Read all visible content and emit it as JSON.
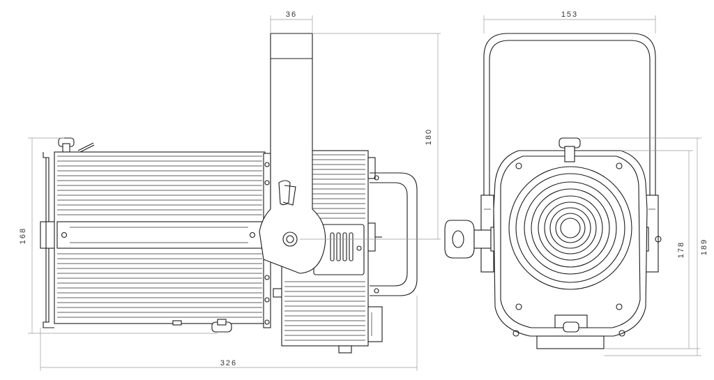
{
  "dimensions": {
    "side_yoke_width": "36",
    "front_width": "153",
    "side_yoke_height": "180",
    "side_body_height": "168",
    "side_length": "326",
    "front_body_height": "178",
    "front_total_height": "189"
  },
  "colors": {
    "line": "#1a1a1a",
    "dimension_line": "#9a9a9a",
    "background": "#ffffff"
  }
}
